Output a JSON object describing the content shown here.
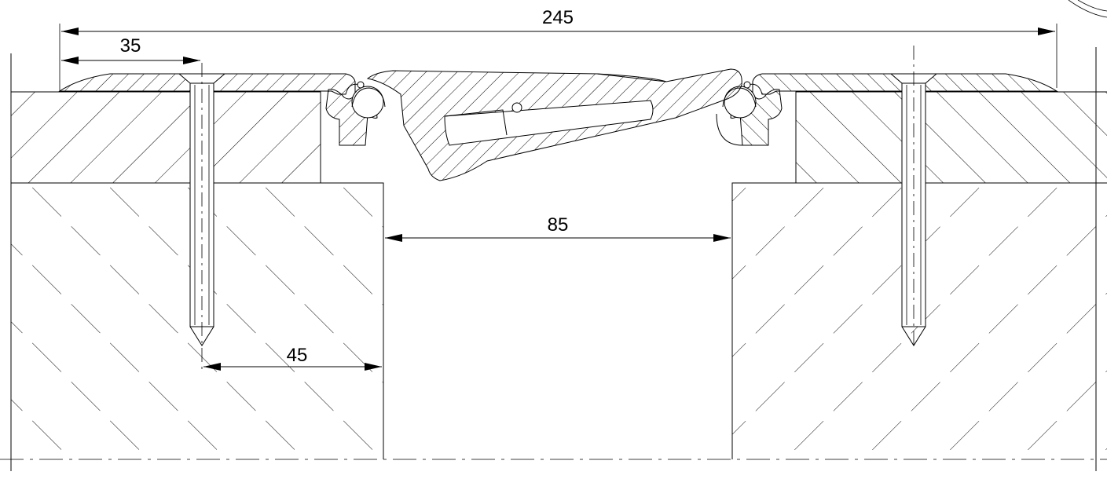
{
  "dimensions": {
    "overall_width": "245",
    "anchor_offset": "35",
    "gap_width": "85",
    "edge_distance": "45"
  }
}
